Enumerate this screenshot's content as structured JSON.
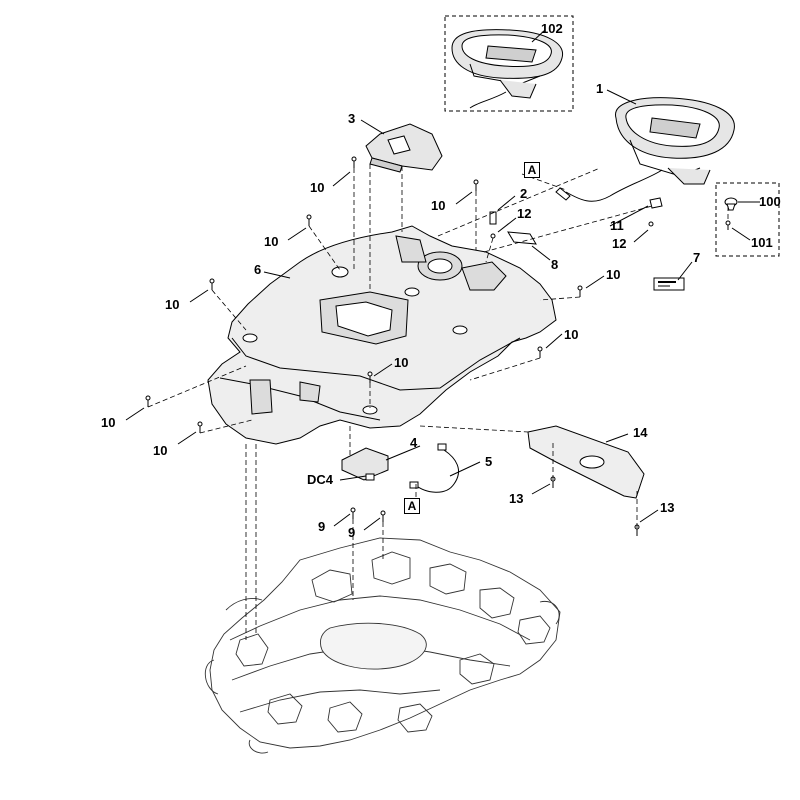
{
  "diagram": {
    "part_numbers": {
      "p1": "1",
      "p2": "2",
      "p3": "3",
      "p4": "4",
      "p5": "5",
      "p6": "6",
      "p7": "7",
      "p8": "8",
      "p9": "9",
      "p10": "10",
      "p11": "11",
      "p12": "12",
      "p13": "13",
      "p14": "14",
      "p100": "100",
      "p101": "101",
      "p102": "102",
      "dc4": "DC4"
    },
    "connector_marker": "A"
  }
}
